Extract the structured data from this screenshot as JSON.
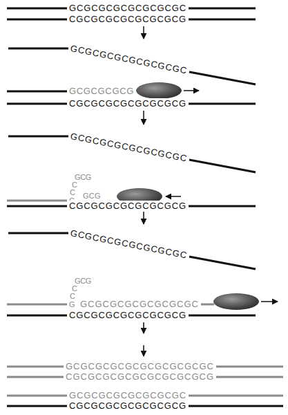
{
  "diagram": {
    "labels": [
      "GCGCGCGCGCGCGCGC",
      "CGCGCGCGCGCGCGCG",
      "GCGCGCGCGCGCGCGC",
      "GCGCGCGCG",
      "CGCGCGCGCGCGCGCG",
      "GCGCGCGCGCGCGCGC",
      "GCG",
      "C",
      "C",
      "G",
      "GCG",
      "CGCGCGCGCGCGCGCG",
      "GCGCGCGCGCGCGCGC",
      "GCG",
      "C",
      "C",
      "G",
      "GCGCGCGCGCGCGCGC",
      "CGCGCGCGCGCGCGCG",
      "GCGCGCGCGCGCGCGCGCGC",
      "CGCGCGCGCGCGCGCGCGCG",
      "GCGCGCGCGCGCGCGC",
      "CGCGCGCGCGCGCGCG"
    ]
  }
}
